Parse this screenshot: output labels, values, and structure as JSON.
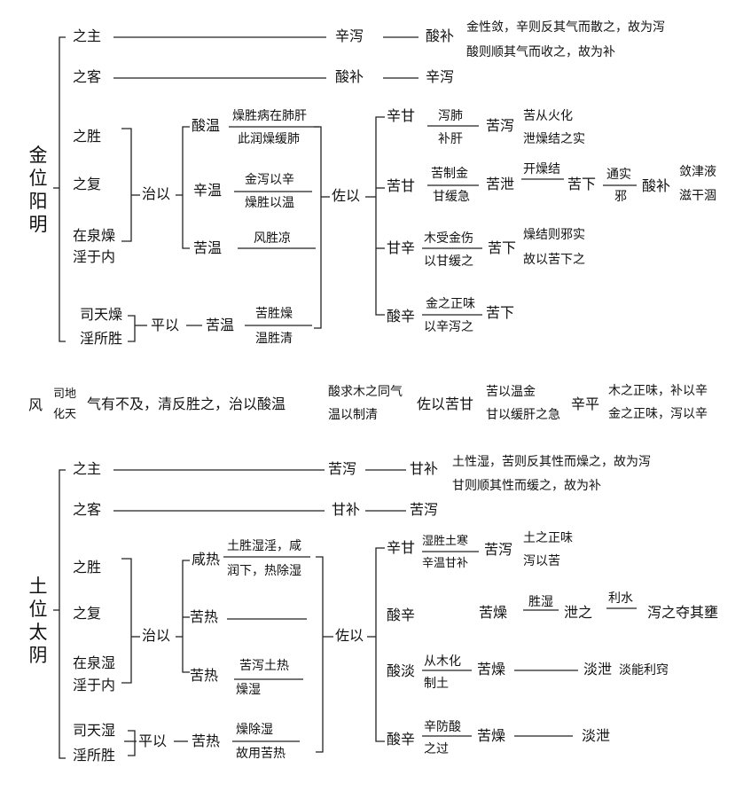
{
  "metal": {
    "title": "金位阳明",
    "host": "之主",
    "host_p1": "辛泻",
    "host_p2": "酸补",
    "host_note1": "金性敛，辛则反其气而散之，故为泻",
    "host_note2": "酸则顺其气而收之，故为补",
    "guest": "之客",
    "guest_p1": "酸补",
    "guest_p2": "辛泻",
    "victory": "之胜",
    "recovery": "之复",
    "quan1": "在泉燥",
    "quan2": "淫于内",
    "zhiyi": "治以",
    "sourwarm": "酸温",
    "sourwarm_t": "燥胜病在肺肝",
    "sourwarm_b": "此润燥缓肺",
    "acridwarm": "辛温",
    "acridwarm_t": "金泻以辛",
    "acridwarm_b": "燥胜以温",
    "bitterwarm": "苦温",
    "bitterwarm_t": "风胜凉",
    "zuoyi": "佐以",
    "r1": "辛甘",
    "r1_t": "泻肺",
    "r1_b": "补肝",
    "r1_n": "苦泻",
    "r1_n1": "苦从火化",
    "r1_n2": "泄燥结之实",
    "r2": "苦甘",
    "r2_t": "苦制金",
    "r2_b": "甘缓急",
    "r2_n": "苦泄",
    "r2_kai": "开燥结",
    "r2_kuxia": "苦下",
    "r2_tongshi": "通实",
    "r2_xie": "邪",
    "r2_suanbu": "酸补",
    "r2_n1": "敛津液",
    "r2_n2": "滋干涸",
    "r3": "甘辛",
    "r3_t": "木受金伤",
    "r3_b": "以甘缓之",
    "r3_n": "苦下",
    "r3_n1": "燥结则邪实",
    "r3_n2": "故以苦下之",
    "r4": "酸辛",
    "r4_t": "金之正味",
    "r4_b": "以辛泻之",
    "r4_n": "苦下",
    "sitian1": "司天燥",
    "sitian2": "淫所胜",
    "pingyi": "平以",
    "st_bitterwarm": "苦温",
    "st_t": "苦胜燥",
    "st_b": "温胜清"
  },
  "wind": {
    "feng": "风",
    "sidi": "司地",
    "huatian": "化天",
    "text1": "气有不及，清反胜之，治以酸温",
    "n1": "酸求木之同气",
    "n2": "温以制清",
    "zuo": "佐以苦甘",
    "n3": "苦以温金",
    "n4": "甘以缓肝之急",
    "xinping": "辛平",
    "n5": "木之正味，补以辛",
    "n6": "金之正味，泻以辛"
  },
  "earth": {
    "title": "土位太阴",
    "host": "之主",
    "host_p1": "苦泻",
    "host_p2": "甘补",
    "host_note1": "土性湿，苦则反其性而燥之，故为泻",
    "host_note2": "甘则顺其性而缓之，故为补",
    "guest": "之客",
    "guest_p1": "甘补",
    "guest_p2": "苦泻",
    "victory": "之胜",
    "recovery": "之复",
    "quan1": "在泉湿",
    "quan2": "淫于内",
    "zhiyi": "治以",
    "salthot": "咸热",
    "salthot_t": "土胜湿淫，咸",
    "salthot_b": "润下，热除湿",
    "bitterhot1": "苦热",
    "bitterhot2": "苦热",
    "bitterhot2_t": "苦泻土热",
    "bitterhot2_b": "燥湿",
    "zuoyi": "佐以",
    "r1": "辛甘",
    "r1_t": "湿胜土寒",
    "r1_b": "辛温甘补",
    "r1_n": "苦泻",
    "r1_n1": "土之正味",
    "r1_n2": "泻以苦",
    "r2": "酸辛",
    "r2_kuzao": "苦燥",
    "r2_shengshi": "胜湿",
    "r2_xiezhi": "泄之",
    "r2_lishui": "利水",
    "r2_end": "泻之夺其壅",
    "r3": "酸淡",
    "r3_t": "从木化",
    "r3_b": "制土",
    "r3_kuzao": "苦燥",
    "r3_danxie": "淡泄",
    "r3_note": "淡能利窍",
    "r4": "酸辛",
    "r4_t": "辛防酸",
    "r4_b": "之过",
    "r4_kuzao": "苦燥",
    "r4_danxie": "淡泄",
    "sitian1": "司天湿",
    "sitian2": "淫所胜",
    "pingyi": "平以",
    "st_bitterhot": "苦热",
    "st_t": "燥除湿",
    "st_b": "故用苦热"
  }
}
